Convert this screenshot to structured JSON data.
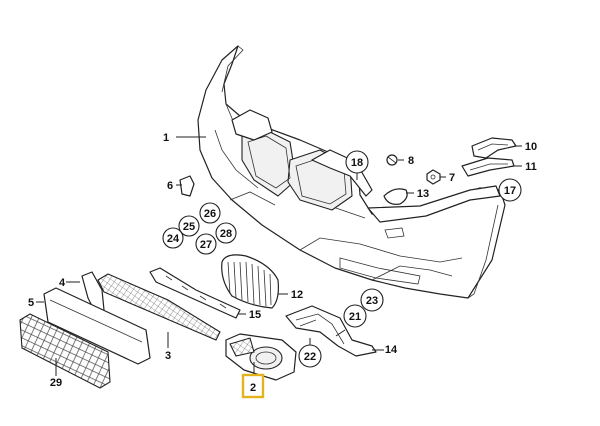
{
  "parts": [
    {
      "id": "p1",
      "label": "1"
    },
    {
      "id": "p2",
      "label": "2"
    },
    {
      "id": "p3",
      "label": "3"
    },
    {
      "id": "p4",
      "label": "4"
    },
    {
      "id": "p5",
      "label": "5"
    },
    {
      "id": "p6",
      "label": "6"
    },
    {
      "id": "p7",
      "label": "7"
    },
    {
      "id": "p8",
      "label": "8"
    },
    {
      "id": "p10",
      "label": "10"
    },
    {
      "id": "p11",
      "label": "11"
    },
    {
      "id": "p12",
      "label": "12"
    },
    {
      "id": "p13",
      "label": "13"
    },
    {
      "id": "p14",
      "label": "14"
    },
    {
      "id": "p15",
      "label": "15"
    },
    {
      "id": "p17",
      "label": "17"
    },
    {
      "id": "p18",
      "label": "18"
    },
    {
      "id": "p21",
      "label": "21"
    },
    {
      "id": "p22",
      "label": "22"
    },
    {
      "id": "p23",
      "label": "23"
    },
    {
      "id": "p24",
      "label": "24"
    },
    {
      "id": "p25",
      "label": "25"
    },
    {
      "id": "p26",
      "label": "26"
    },
    {
      "id": "p27",
      "label": "27"
    },
    {
      "id": "p28",
      "label": "28"
    },
    {
      "id": "p29",
      "label": "29"
    }
  ],
  "selected_part": "2",
  "colors": {
    "highlight": "#e3b21c",
    "line": "#222222"
  }
}
